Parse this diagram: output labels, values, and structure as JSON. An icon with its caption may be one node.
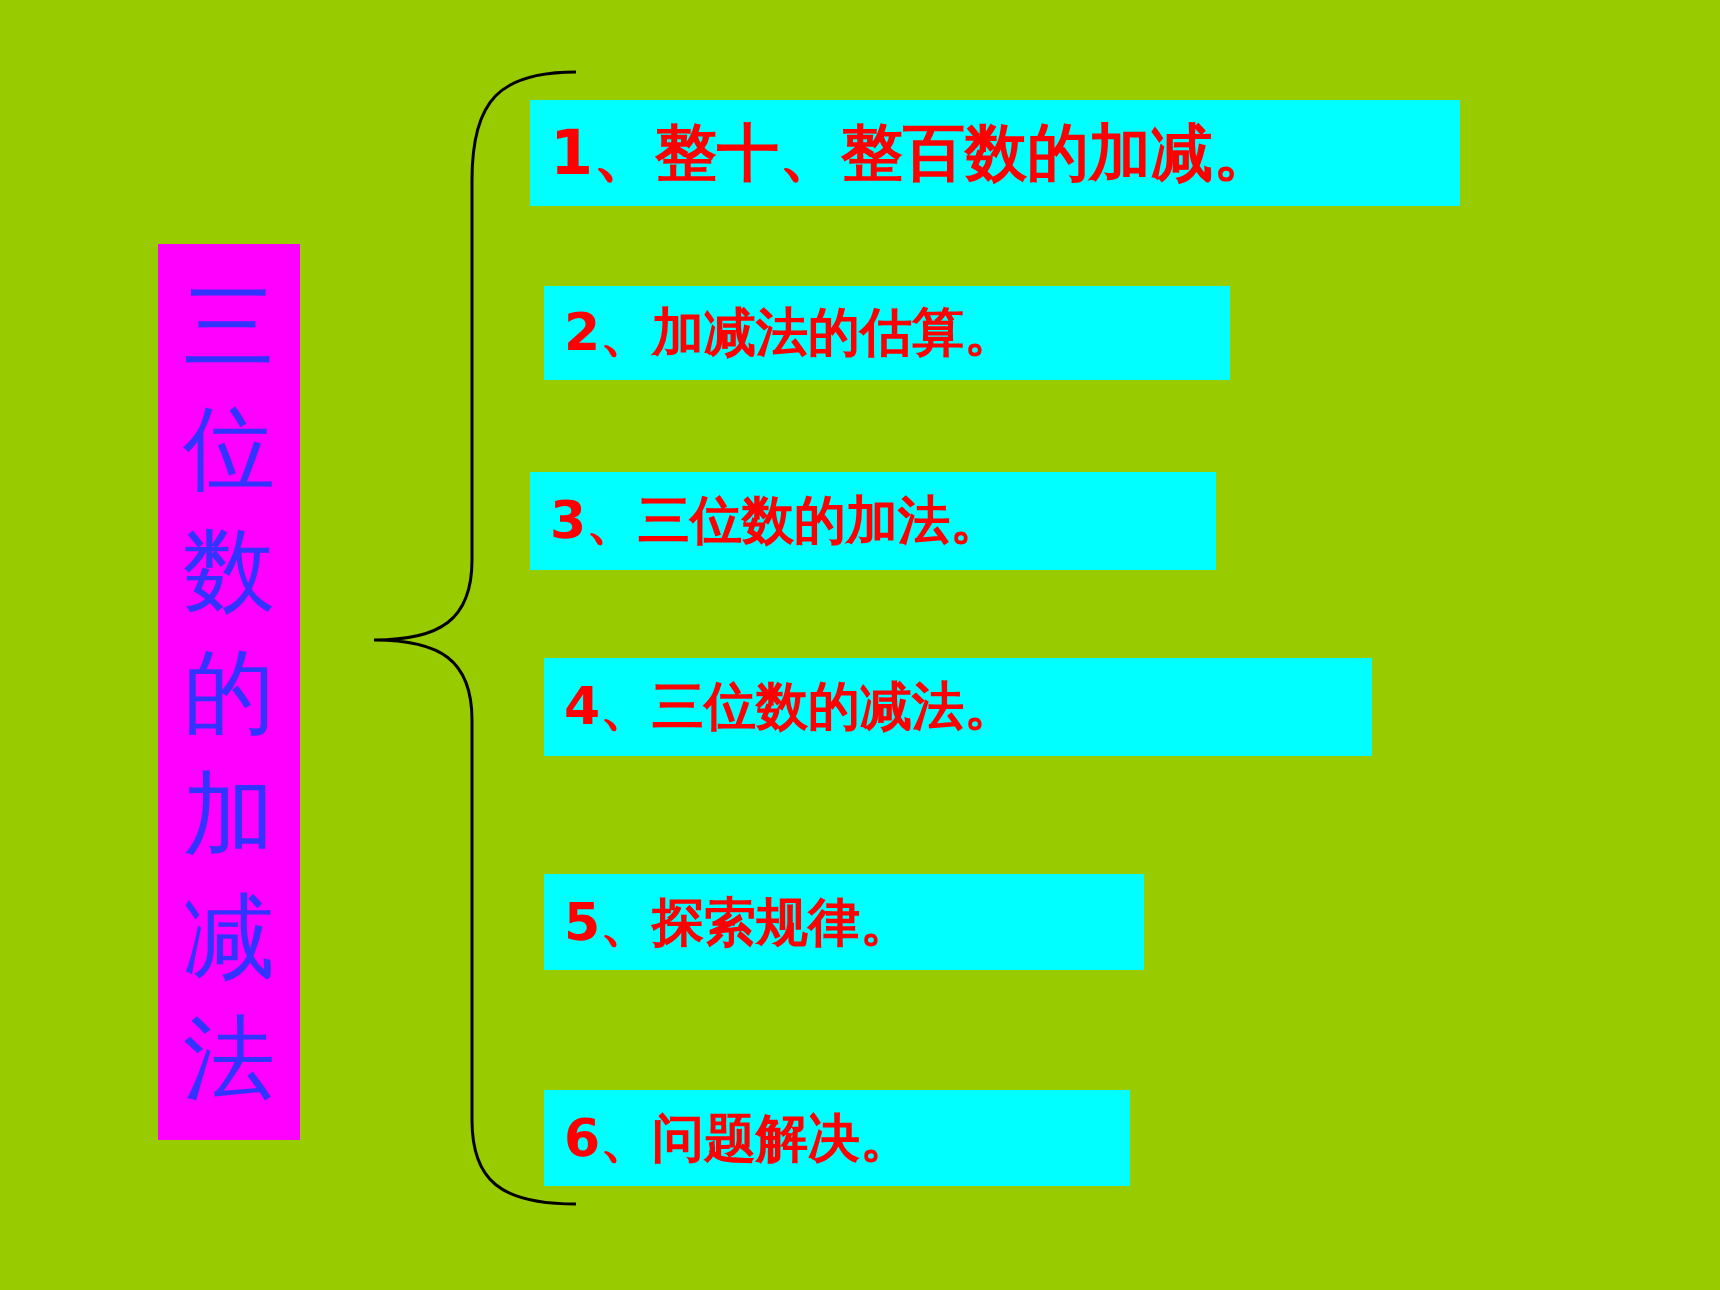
{
  "diagram": {
    "nodes": [
      {
        "text": [
          "三位数的加减法"
        ]
      },
      {
        "text": [
          "1、整十、整百数的加减。"
        ]
      },
      {
        "text": [
          "2、加减法的估算。"
        ]
      },
      {
        "text": [
          "3、三位数的加法。"
        ]
      },
      {
        "text": [
          "4、三位数的减法。"
        ]
      },
      {
        "text": [
          "5、探索规律。"
        ]
      },
      {
        "text": [
          "6、问题解决。"
        ]
      }
    ]
  }
}
